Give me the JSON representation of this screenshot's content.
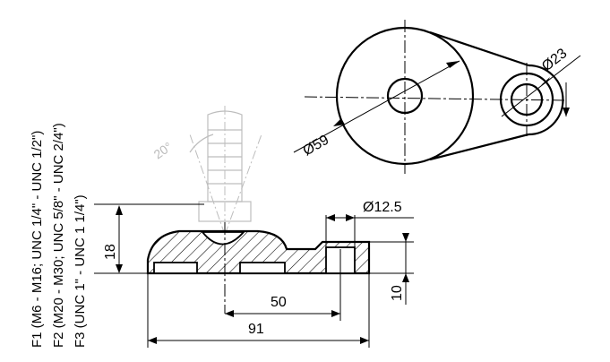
{
  "dimensions": {
    "d_large": "Ø59",
    "d_small": "Ø23",
    "d_hole": "Ø12.5",
    "height": "18",
    "thickness": "10",
    "center_distance": "50",
    "length": "91",
    "angle": "20°"
  },
  "thread_notes": [
    "F1 (M6 - M16; UNC 1/4\" - UNC 1/2\")",
    "F2 (M20 - M30; UNC 5/8\" - UNC 2/4\")",
    "F3 (UNC 1\" - UNC 1 1/4\")"
  ],
  "colors": {
    "line": "#000000",
    "ghost": "#bdbdbd",
    "background": "#ffffff"
  }
}
